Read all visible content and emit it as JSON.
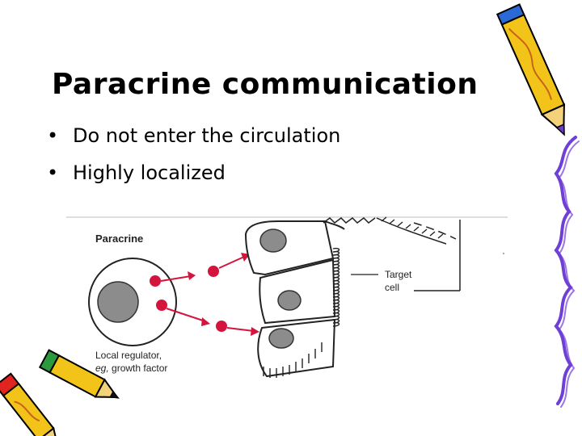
{
  "slide": {
    "title": "Paracrine communication",
    "bullets": [
      {
        "marker": "•",
        "text": "Do not enter the circulation"
      },
      {
        "marker": "•",
        "text": "Highly localized"
      }
    ]
  },
  "figure": {
    "heading": "Paracrine",
    "target_label_line1": "Target",
    "target_label_line2": "cell",
    "regulator_line1": "Local regulator,",
    "regulator_eg": "eg,",
    "regulator_rest": " growth factor"
  },
  "colors": {
    "molecule": "#d4143c",
    "nucleus": "#8c8c8c",
    "pencil_yellow": "#f2c419",
    "pencil_purple": "#6a3fc8",
    "pencil_red": "#e1241f",
    "pencil_green": "#2b9a3c",
    "squiggle": "#6f3fd6"
  },
  "icons": [
    "pencil-icon-top-right",
    "pencil-icon-bottom-left"
  ]
}
